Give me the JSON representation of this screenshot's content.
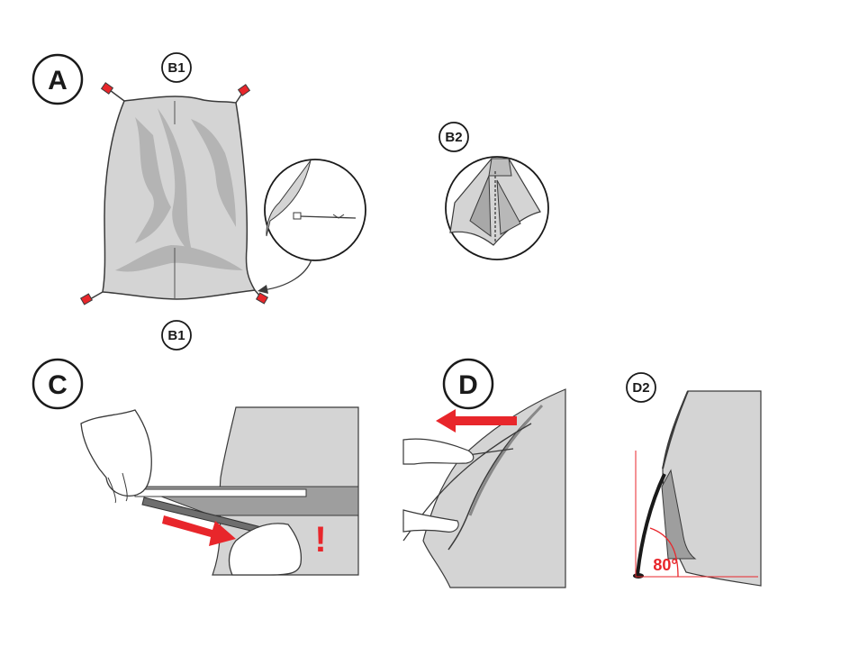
{
  "steps": {
    "a": "A",
    "b1_top": "B1",
    "b1_bottom": "B1",
    "b2": "B2",
    "c": "C",
    "d": "D",
    "d2": "D2"
  },
  "annotations": {
    "angle": "80°",
    "warning": "!"
  },
  "colors": {
    "accent": "#e8262b",
    "fabric": "#d4d4d4",
    "fabric_dark": "#a8a8a8",
    "outline": "#3a3a3a"
  }
}
